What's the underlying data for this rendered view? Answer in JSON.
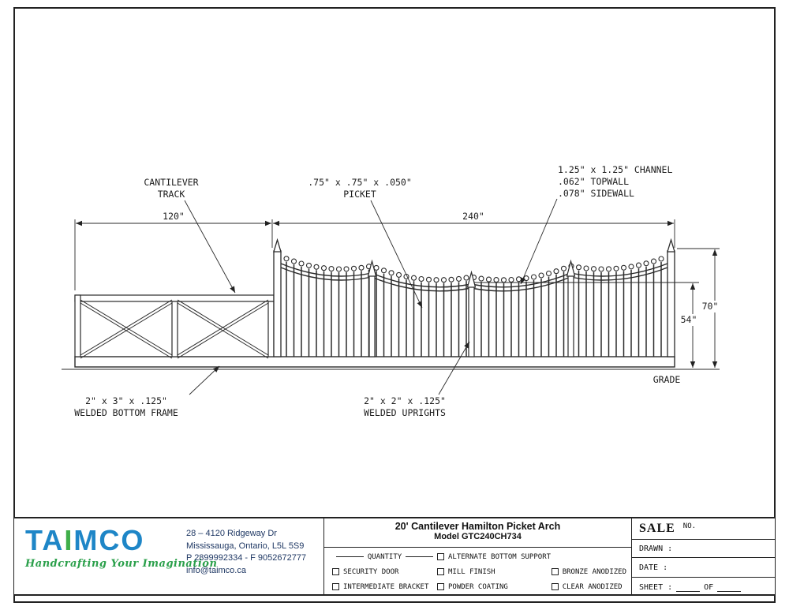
{
  "drawing": {
    "labels": {
      "cantilever_track": [
        "CANTILEVER",
        "TRACK"
      ],
      "picket": [
        ".75\" x .75\" x .050\"",
        "PICKET"
      ],
      "channel": [
        "1.25\" x 1.25\" CHANNEL",
        ".062\" TOPWALL",
        ".078\" SIDEWALL"
      ],
      "bottom_frame": [
        "2\" x 3\" x .125\"",
        "WELDED BOTTOM FRAME"
      ],
      "uprights": [
        "2\" x 2\" x .125\"",
        "WELDED UPRIGHTS"
      ],
      "grade": "GRADE"
    },
    "dimensions": {
      "track_width": "120\"",
      "gate_width": "240\"",
      "total_height": "70\"",
      "picket_height": "54\""
    }
  },
  "title_block": {
    "logo": {
      "p1": "TA",
      "accent": "I",
      "p2": "MCO",
      "tagline": "Handcrafting Your Imagination"
    },
    "address": [
      "28 – 4120 Ridgeway Dr",
      "Mississauga, Ontario, L5L 5S9",
      "P 2899992334 - F 9052672777",
      "info@taimco.ca"
    ],
    "title": "20' Cantilever Hamilton Picket Arch",
    "model": "Model GTC240CH734",
    "options": {
      "quantity_label": "QUANTITY",
      "col1": [
        "SECURITY DOOR",
        "INTERMEDIATE BRACKET"
      ],
      "col2": [
        "ALTERNATE BOTTOM SUPPORT",
        "MILL FINISH",
        "POWDER COATING"
      ],
      "col3": [
        "BRONZE ANODIZED",
        "CLEAR ANODIZED"
      ]
    },
    "sale": {
      "sale_label": "SALE",
      "no_label": "NO.",
      "drawn_label": "DRAWN :",
      "date_label": "DATE :",
      "sheet_label": "SHEET :",
      "of_label": "OF"
    }
  }
}
